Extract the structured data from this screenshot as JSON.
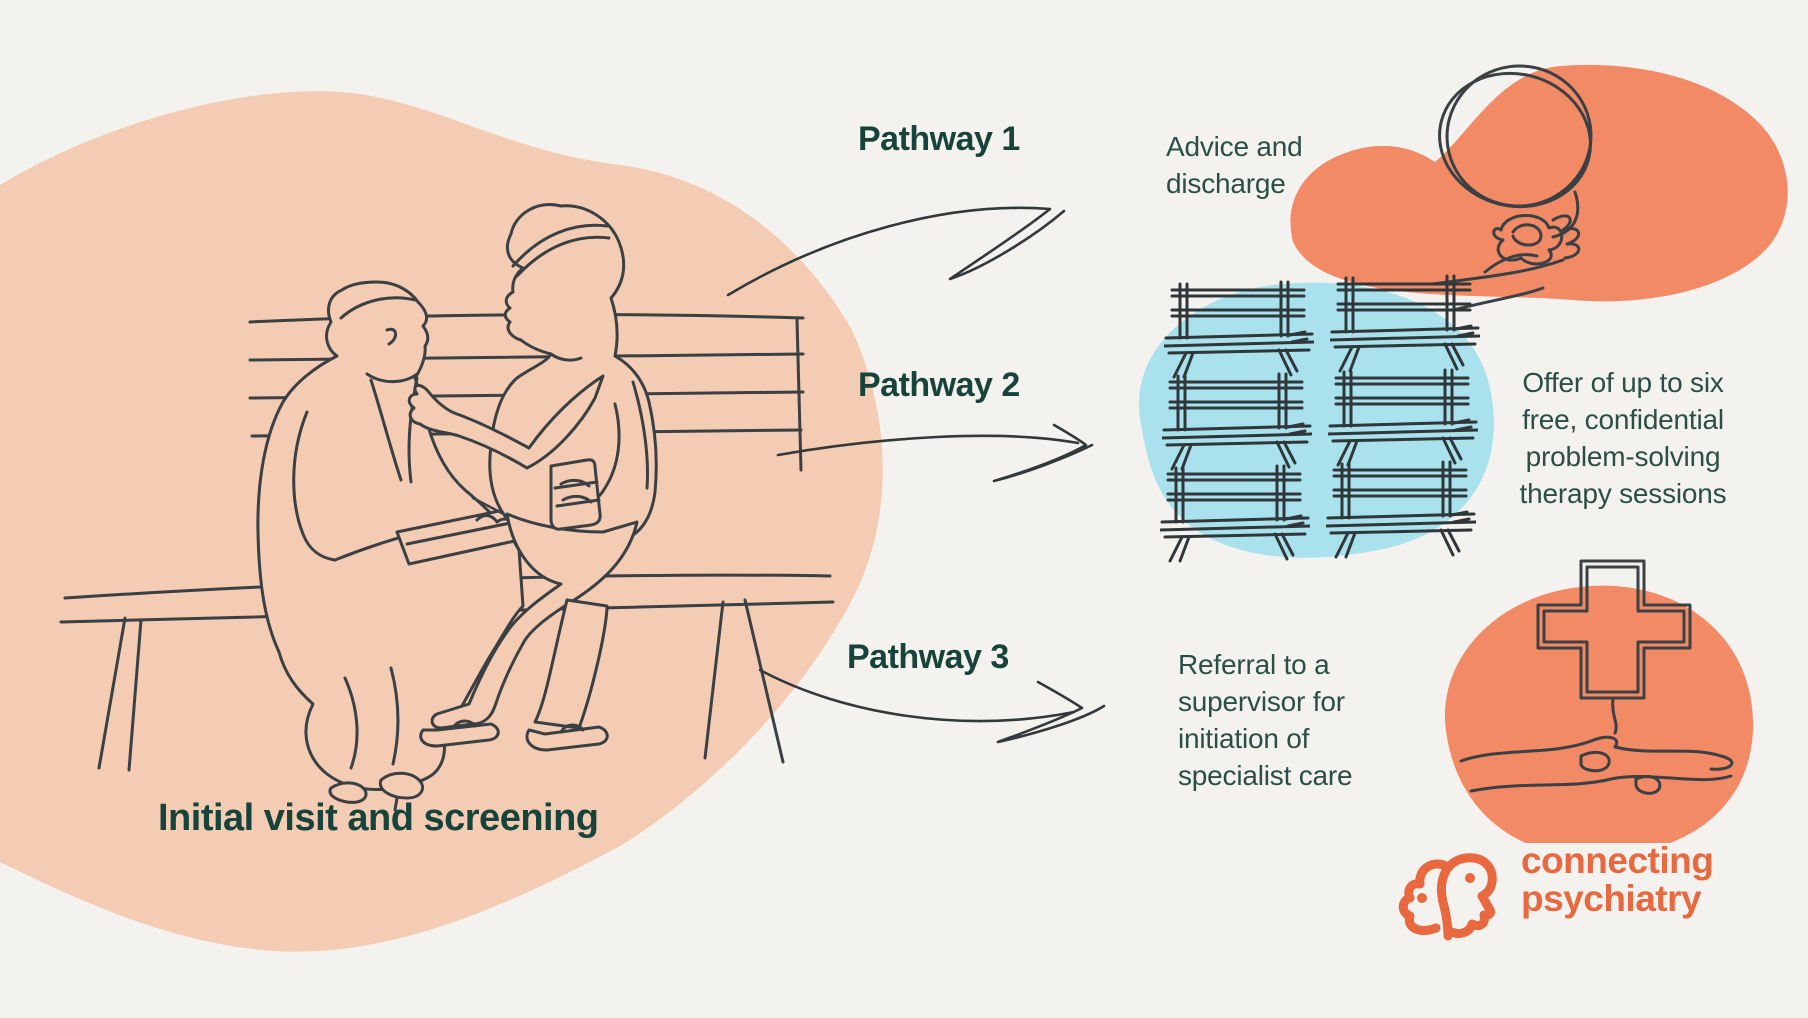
{
  "palette": {
    "background": "#f4f2ef",
    "peach_blob": "#f4ccb3",
    "orange_blob": "#f28a66",
    "blue_blob": "#a9e2ec",
    "line_art_ink": "#3a4043",
    "heading_green": "#17433a",
    "body_green": "#2b4f45",
    "logo_orange": "#e8683f"
  },
  "stage": {
    "caption": "Initial visit and screening",
    "illustration": "two-people-talking-on-bench-icon"
  },
  "pathways": [
    {
      "label": "Pathway 1",
      "lines": [
        "Advice and",
        "discharge"
      ],
      "icon": "hand-holding-thread-loop-icon"
    },
    {
      "label": "Pathway 2",
      "lines": [
        "Offer of up to six",
        "free, confidential",
        "problem-solving",
        "therapy sessions"
      ],
      "icon": "six-benches-icon",
      "bench_count": 6
    },
    {
      "label": "Pathway 3",
      "lines": [
        "Referral to a",
        "supervisor for",
        "initiation of",
        "specialist care"
      ],
      "icon": "medical-cross-in-hands-icon"
    }
  ],
  "logo": {
    "lines": [
      "connecting",
      "psychiatry"
    ],
    "icon": "two-head-profiles-icon"
  }
}
